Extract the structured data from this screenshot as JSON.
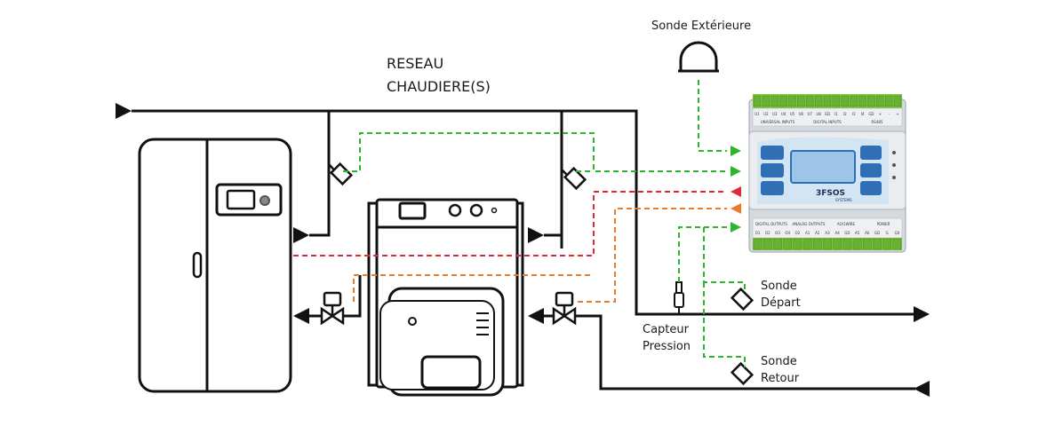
{
  "labels": {
    "network_line1": "RESEAU",
    "network_line2": "CHAUDIERE(S)",
    "outdoor_sensor": "Sonde Extérieure",
    "supply_sensor_line1": "Sonde",
    "supply_sensor_line2": "Départ",
    "return_sensor_line1": "Sonde",
    "return_sensor_line2": "Retour",
    "pressure_sensor_line1": "Capteur",
    "pressure_sensor_line2": "Pression"
  },
  "controller": {
    "brand": "3FSOS",
    "brand_sub": "SYSTEMS",
    "top_terminals": [
      "U1",
      "U2",
      "U3",
      "U4",
      "U5",
      "U6",
      "U7",
      "U8",
      "GD",
      "I1",
      "I2",
      "I3",
      "I4",
      "GD",
      "+",
      "-",
      "+"
    ],
    "top_groups": [
      "UNIVERSAL INPUTS",
      "DIGITAL INPUTS",
      "RS485"
    ],
    "bottom_terminals": [
      "O1",
      "O2",
      "O3",
      "O4",
      "O2",
      "A1",
      "A2",
      "A3",
      "A4",
      "GD",
      "A5",
      "A6",
      "GD",
      "G",
      "G0"
    ],
    "bottom_groups": [
      "DIGITAL OUTPUTS",
      "ANALOG OUTPUTS",
      "AO/1WIRE",
      "POWER"
    ]
  },
  "colors": {
    "pipe": "#111111",
    "wire_green": "#2db52d",
    "wire_red": "#e02a3a",
    "wire_orange": "#ec7a2b",
    "controller_body": "#dfe3e7",
    "terminal_green": "#7ec542",
    "display_blue": "#2f6fb6"
  },
  "icons": [
    "flow-arrow-icon",
    "valve-icon",
    "sensor-icon",
    "outdoor-sensor-icon",
    "pressure-transducer-icon"
  ]
}
